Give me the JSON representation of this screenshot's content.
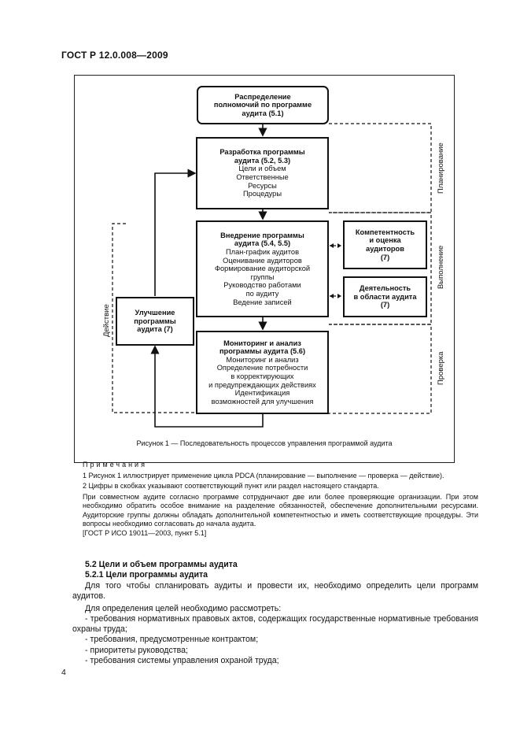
{
  "header": {
    "doc_title": "ГОСТ Р 12.0.008—2009"
  },
  "figure": {
    "boxes": {
      "distribution": [
        "Распределение",
        "полномочий по программе",
        "аудита (5.1)"
      ],
      "development": [
        "Разработка программы",
        "аудита (5.2, 5.3)",
        "Цели и объем",
        "Ответственные",
        "Ресурсы",
        "Процедуры"
      ],
      "implementation": [
        "Внедрение программы",
        "аудита (5.4, 5.5)",
        "План-график аудитов",
        "Оценивание аудиторов",
        "Формирование аудиторской",
        "группы",
        "Руководство работами",
        "по аудиту",
        "Ведение записей"
      ],
      "competence": [
        "Компетентность",
        "и оценка",
        "аудиторов",
        "(7)"
      ],
      "activity": [
        "Деятельность",
        "в области аудита",
        "(7)"
      ],
      "improvement": [
        "Улучшение",
        "программы",
        "аудита (7)"
      ],
      "monitoring": [
        "Мониторинг и анализ",
        "программы аудита (5.6)",
        "Мониторинг и анализ",
        "Определение потребности",
        "в корректирующих",
        "и предупреждающих действиях",
        "Идентификация",
        "возможностей для улучшения"
      ]
    },
    "side_labels": {
      "plan": "Планирование",
      "do": "Выполнение",
      "check": "Проверка",
      "act": "Действие"
    },
    "caption": "Рисунок 1 — Последовательность процессов управления программой аудита"
  },
  "notes": {
    "heading": "Примечания",
    "n1": "1 Рисунок 1 иллюстрирует применение цикла PDCA (планирование — выполнение — проверка — действие).",
    "n2": "2 Цифры в скобках указывают соответствующий пункт или раздел настоящего стандарта.",
    "p1": "При совместном аудите согласно программе сотрудничают две или более проверяющие организации. При этом необходимо обратить особое внимание на разделение обязанностей, обеспечение дополнительными ресурсами. Аудиторские группы должны обладать дополнительной компетентностью и иметь соответствующие процедуры. Эти вопросы необходимо согласовать до начала аудита.",
    "ref": "[ГОСТ Р ИСО 19011—2003, пункт 5.1]"
  },
  "section": {
    "h52": "5.2 Цели и объем программы аудита",
    "h521": "5.2.1 Цели программы аудита",
    "p1": "Для того чтобы спланировать аудиты и провести их, необходимо определить цели программ аудитов.",
    "p2": "Для определения целей необходимо рассмотреть:",
    "items": [
      "- требования нормативных правовых актов, содержащих государственные нормативные требования охраны труда;",
      "- требования, предусмотренные контрактом;",
      "- приоритеты руководства;",
      "- требования системы управления охраной труда;"
    ]
  },
  "page_number": "4"
}
